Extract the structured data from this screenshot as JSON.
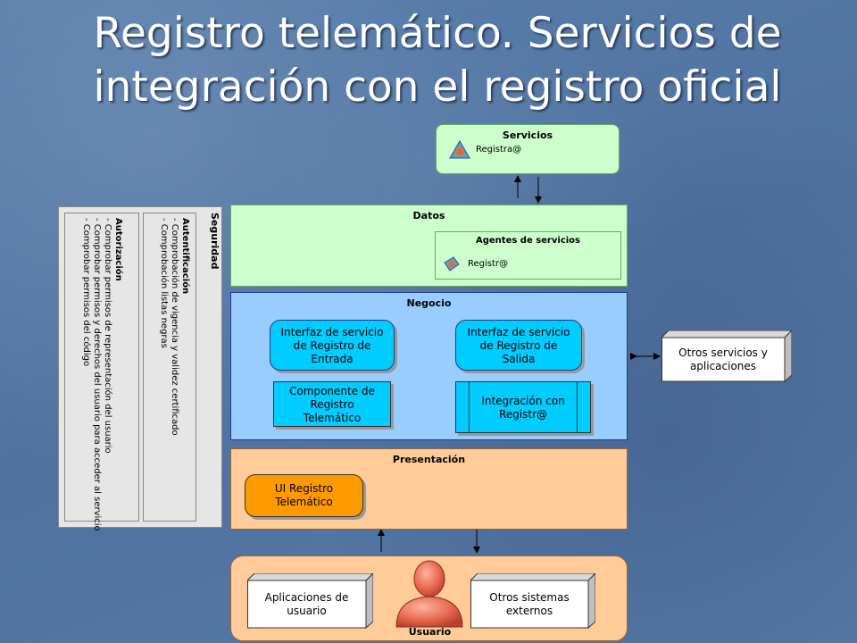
{
  "title": {
    "line1": "Registro telemático. Servicios de",
    "line2": "integración con el registro oficial"
  },
  "servicios": {
    "label": "Servicios",
    "item": "Registra@",
    "icon": "registra-logo-icon"
  },
  "datos": {
    "label": "Datos",
    "agentes": {
      "label": "Agentes de servicios",
      "item": "Registr@",
      "icon": "registr-logo-icon"
    }
  },
  "negocio": {
    "label": "Negocio",
    "interfaz_entrada": [
      "Interfaz de servicio",
      "de Registro de",
      "Entrada"
    ],
    "interfaz_salida": [
      "Interfaz de servicio",
      "de Registro de",
      "Salida"
    ],
    "componente": [
      "Componente de",
      "Registro",
      "Telemático"
    ],
    "integracion": [
      "Integración con",
      "Registr@"
    ]
  },
  "otros_servicios": [
    "Otros servicios y",
    "aplicaciones"
  ],
  "presentacion": {
    "label": "Presentación",
    "ui": [
      "UI Registro",
      "Telemático"
    ]
  },
  "usuario": {
    "label": "Usuario",
    "aplicaciones": [
      "Aplicaciones de",
      "usuario"
    ],
    "otros_sistemas": [
      "Otros sistemas",
      "externos"
    ],
    "icon": "user-person-icon"
  },
  "seguridad": {
    "label": "Seguridad",
    "autentificacion": {
      "label": "Autentificación",
      "items": [
        "- Comprobación de vigencia y validez certificado",
        "- Comprobación listas negras"
      ]
    },
    "autorizacion": {
      "label": "Autorización",
      "items": [
        "- Comprobar permisos de representación del usuario",
        "- Comprobar permisos y derechos del usuario para acceder al servicio",
        "- Comprobar permisos del código"
      ]
    }
  }
}
